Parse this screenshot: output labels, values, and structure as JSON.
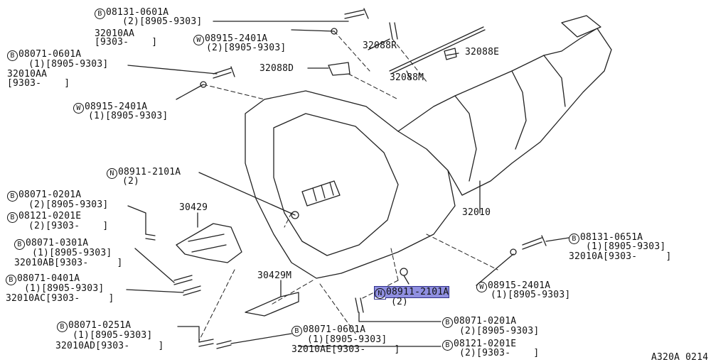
{
  "figure_id": "A320A 0214",
  "labels": {
    "l01": {
      "badge": "B",
      "code": "08131-0601A"
    },
    "l01b": {
      "text": "(2)[8905-9303]"
    },
    "l02": {
      "text": "32010AA"
    },
    "l02b": {
      "text": "[9303-    ]"
    },
    "l03": {
      "badge": "W",
      "code": "08915-2401A"
    },
    "l03b": {
      "text": "(2)[8905-9303]"
    },
    "l04": {
      "badge": "B",
      "code": "08071-0601A"
    },
    "l04b": {
      "text": "(1)[8905-9303]"
    },
    "l05": {
      "text": "32010AA"
    },
    "l05b": {
      "text": "[9303-    ]"
    },
    "l06": {
      "badge": "W",
      "code": "08915-2401A"
    },
    "l06b": {
      "text": "(1)[8905-9303]"
    },
    "l07": {
      "text": "32088R"
    },
    "l08": {
      "text": "32088E"
    },
    "l09": {
      "text": "32088D"
    },
    "l10": {
      "text": "32088M"
    },
    "l11": {
      "badge": "N",
      "code": "08911-2101A"
    },
    "l11b": {
      "text": "(2)"
    },
    "l12": {
      "badge": "B",
      "code": "08071-0201A"
    },
    "l12b": {
      "text": "(2)[8905-9303]"
    },
    "l13": {
      "badge": "B",
      "code": "08121-0201E"
    },
    "l13b": {
      "text": "(2)[9303-    ]"
    },
    "l14": {
      "text": "30429"
    },
    "l15": {
      "text": "32010"
    },
    "l16": {
      "badge": "B",
      "code": "08071-0301A"
    },
    "l16b": {
      "text": "(1)[8905-9303]"
    },
    "l17": {
      "text": "32010AB[9303-     ]"
    },
    "l18": {
      "badge": "B",
      "code": "08071-0401A"
    },
    "l18b": {
      "text": "(1)[8905-9303]"
    },
    "l19": {
      "text": "32010AC[9303-     ]"
    },
    "l20": {
      "text": "30429M"
    },
    "l21": {
      "badge": "B",
      "code": "08131-0651A"
    },
    "l21b": {
      "text": "(1)[8905-9303]"
    },
    "l22": {
      "text": "32010A[9303-     ]"
    },
    "l23": {
      "badge": "W",
      "code": "08915-2401A"
    },
    "l23b": {
      "text": "(1)[8905-9303]"
    },
    "l24": {
      "badge": "N",
      "code": "08911-2101A"
    },
    "l24b": {
      "text": "(2)"
    },
    "l25": {
      "badge": "B",
      "code": "08071-0201A"
    },
    "l25b": {
      "text": "(2)[8905-9303]"
    },
    "l26": {
      "badge": "B",
      "code": "08121-0201E"
    },
    "l26b": {
      "text": "(2)[9303-    ]"
    },
    "l27": {
      "badge": "B",
      "code": "08071-0251A"
    },
    "l27b": {
      "text": "(1)[8905-9303]"
    },
    "l28": {
      "text": "32010AD[9303-     ]"
    },
    "l29": {
      "badge": "B",
      "code": "08071-0601A"
    },
    "l29b": {
      "text": "(1)[8905-9303]"
    },
    "l30": {
      "text": "32010AE[9303-     ]"
    }
  },
  "highlight_color": "#8f8fe0"
}
